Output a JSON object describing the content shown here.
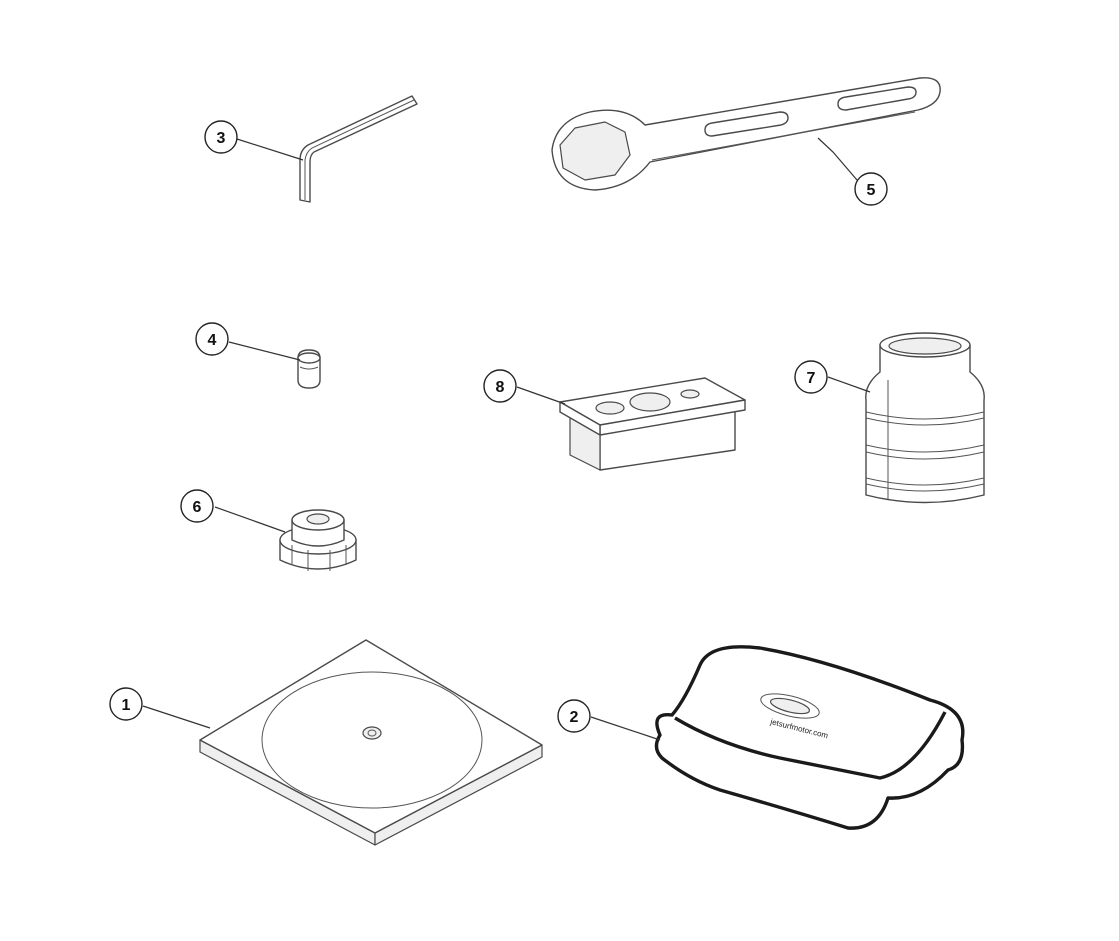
{
  "callouts": [
    {
      "id": "1",
      "label": "1"
    },
    {
      "id": "2",
      "label": "2"
    },
    {
      "id": "3",
      "label": "3"
    },
    {
      "id": "4",
      "label": "4"
    },
    {
      "id": "5",
      "label": "5"
    },
    {
      "id": "6",
      "label": "6"
    },
    {
      "id": "7",
      "label": "7"
    },
    {
      "id": "8",
      "label": "8"
    }
  ],
  "bag_print": "jetsurfmotor.com",
  "colors": {
    "line": "#4a4a4a",
    "bag_outline": "#1a1a1a",
    "background": "#ffffff"
  }
}
